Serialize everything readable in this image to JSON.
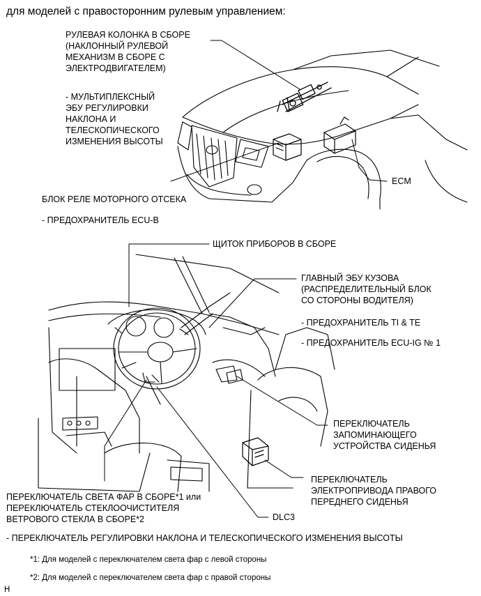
{
  "header": "для моделей с правосторонним рулевым управлением:",
  "labels": {
    "steering_column": "РУЛЕВАЯ КОЛОНКА В СБОРЕ\n(НАКЛОННЫЙ РУЛЕВОЙ\nМЕХАНИЗМ В СБОРЕ С\nЭЛЕКТРОДВИГАТЕЛЕМ)",
    "multiplex_ecu": "- МУЛЬТИПЛЕКСНЫЙ\nЭБУ РЕГУЛИРОВКИ\nНАКЛОНА И\nТЕЛЕСКОПИЧЕСКОГО\nИЗМЕНЕНИЯ ВЫСОТЫ",
    "engine_relay_block": "БЛОК РЕЛЕ МОТОРНОГО ОТСЕКА",
    "fuse_ecu_b": "- ПРЕДОХРАНИТЕЛЬ ECU-B",
    "ecm": "ECM",
    "instrument_cluster": "ЩИТОК ПРИБОРОВ В СБОРЕ",
    "main_body_ecu": "ГЛАВНЫЙ ЭБУ КУЗОВА\n(РАСПРЕДЕЛИТЕЛЬНЫЙ БЛОК\nСО СТОРОНЫ ВОДИТЕЛЯ)",
    "fuse_ti_te": "- ПРЕДОХРАНИТЕЛЬ TI & TE",
    "fuse_ecu_ig": "- ПРЕДОХРАНИТЕЛЬ ECU-IG № 1",
    "seat_memory_switch": "ПЕРЕКЛЮЧАТЕЛЬ\nЗАПОМИНАЮЩЕГО\nУСТРОЙСТВА СИДЕНЬЯ",
    "power_seat_switch": "ПЕРЕКЛЮЧАТЕЛЬ\nЭЛЕКТРОПРИВОДА ПРАВОГО\nПЕРЕДНЕГО СИДЕНЬЯ",
    "headlight_switch": "ПЕРЕКЛЮЧАТЕЛЬ СВЕТА ФАР В СБОРЕ*1 или\nПЕРЕКЛЮЧАТЕЛЬ СТЕКЛООЧИСТИТЕЛЯ\nВЕТРОВОГО СТЕКЛА В СБОРЕ*2",
    "dlc3": "DLC3",
    "tilt_switch": "- ПЕРЕКЛЮЧАТЕЛЬ РЕГУЛИРОВКИ НАКЛОНА И ТЕЛЕСКОПИЧЕСКОГО ИЗМЕНЕНИЯ ВЫСОТЫ"
  },
  "notes": {
    "note1": "*1: Для моделей с переключателем света фар с левой стороны",
    "note2": "*2: Для моделей с переключателем света фар с правой стороны"
  },
  "corner_mark": "H"
}
